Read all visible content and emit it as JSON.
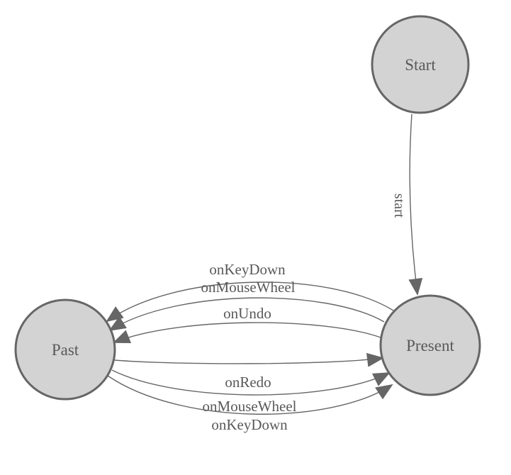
{
  "diagram": {
    "type": "state-machine",
    "theme": {
      "background": "#ffffff",
      "node_fill": "#d3d3d3",
      "node_stroke": "#666666",
      "edge_stroke": "#666666",
      "arrow_fill": "#666666",
      "text_color": "#595959"
    },
    "nodes": [
      {
        "id": "start",
        "label": "Start"
      },
      {
        "id": "past",
        "label": "Past"
      },
      {
        "id": "present",
        "label": "Present"
      }
    ],
    "edges": [
      {
        "from": "start",
        "to": "present",
        "label": "start"
      },
      {
        "from": "present",
        "to": "past",
        "label": "onKeyDown"
      },
      {
        "from": "present",
        "to": "past",
        "label": "onMouseWheel"
      },
      {
        "from": "present",
        "to": "past",
        "label": "onUndo"
      },
      {
        "from": "past",
        "to": "present",
        "label": "onRedo"
      },
      {
        "from": "past",
        "to": "present",
        "label": "onMouseWheel"
      },
      {
        "from": "past",
        "to": "present",
        "label": "onKeyDown"
      }
    ]
  }
}
